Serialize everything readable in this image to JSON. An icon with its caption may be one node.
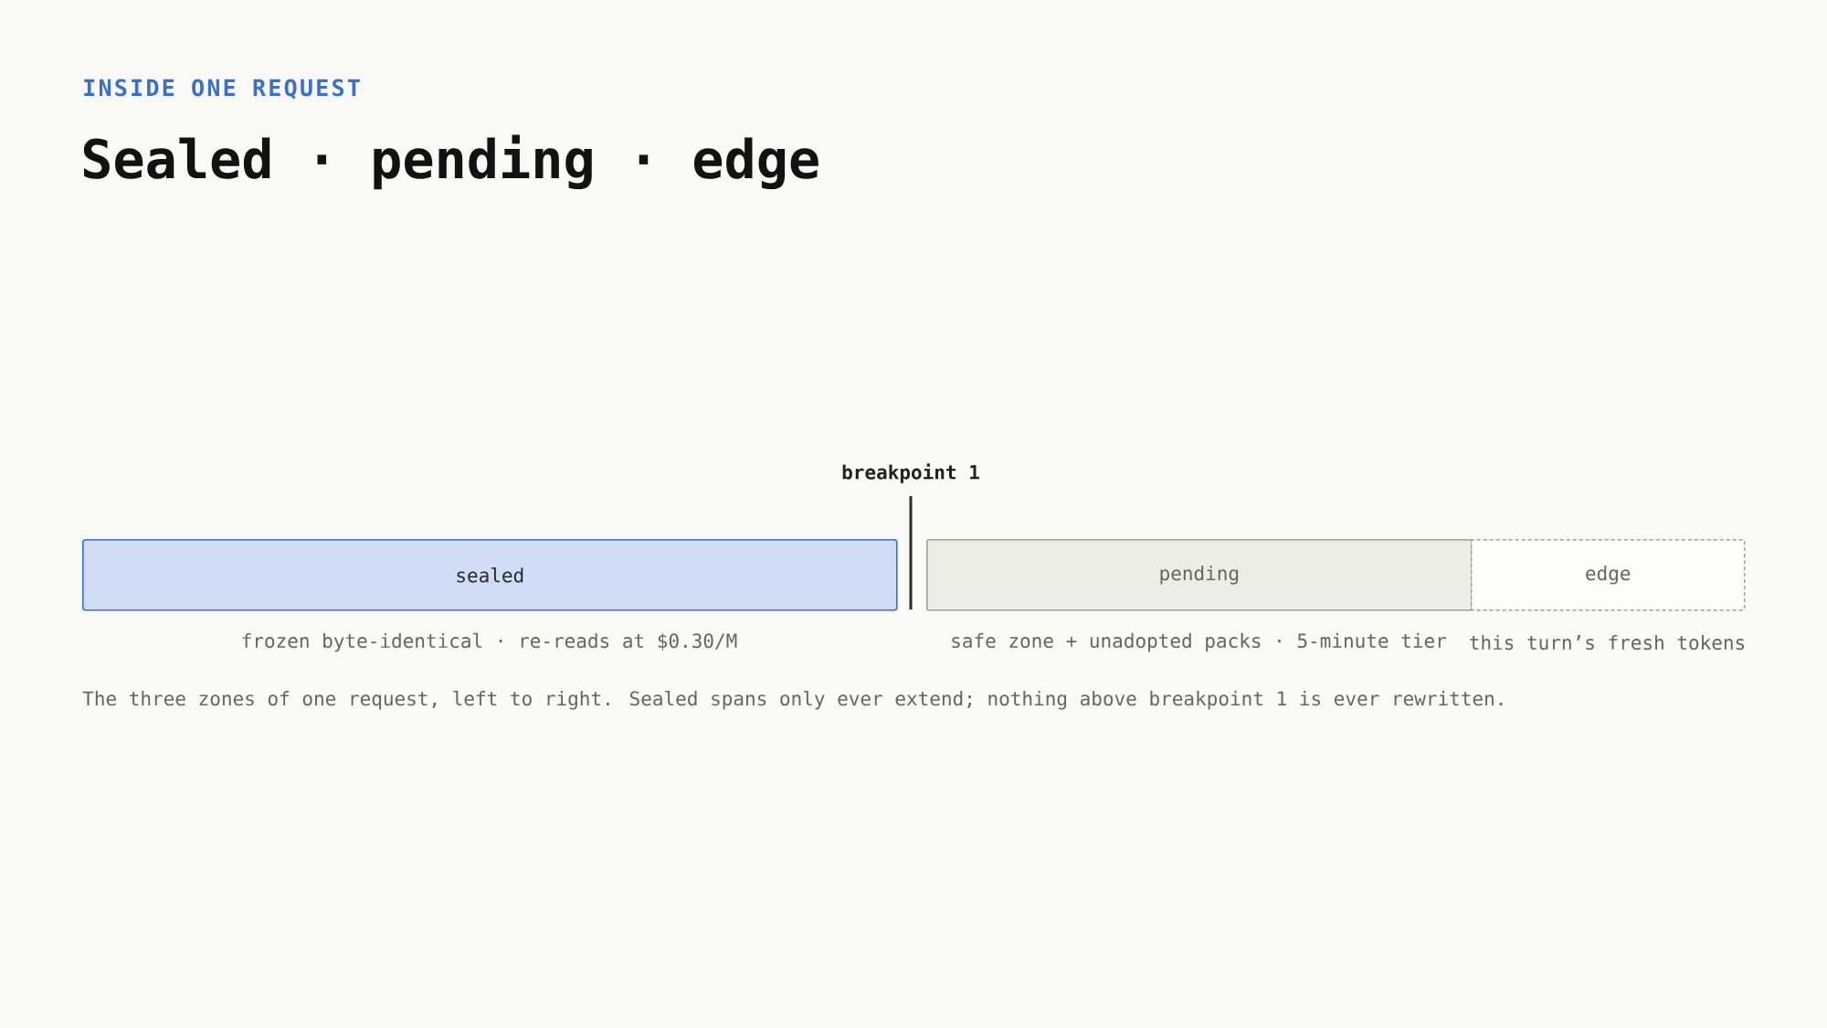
{
  "diagram": {
    "title": "Sealed · pending · edge",
    "caption": "The three zones of one request, left to right. Sealed spans only ever extend; nothing above breakpoint 1 is ever rewritten.",
    "nodes": [
      {
        "text": [
          "sealed"
        ],
        "beside": [
          "frozen byte-identical · re-reads at $0.30/M"
        ]
      },
      {
        "text": [
          "pending"
        ],
        "beside": [
          "safe zone + unadopted packs · 5-minute tier"
        ]
      },
      {
        "text": [
          "edge"
        ],
        "beside": [
          "this turn’s fresh tokens"
        ]
      }
    ],
    "labels": [
      "INSIDE ONE REQUEST",
      "breakpoint 1"
    ]
  }
}
